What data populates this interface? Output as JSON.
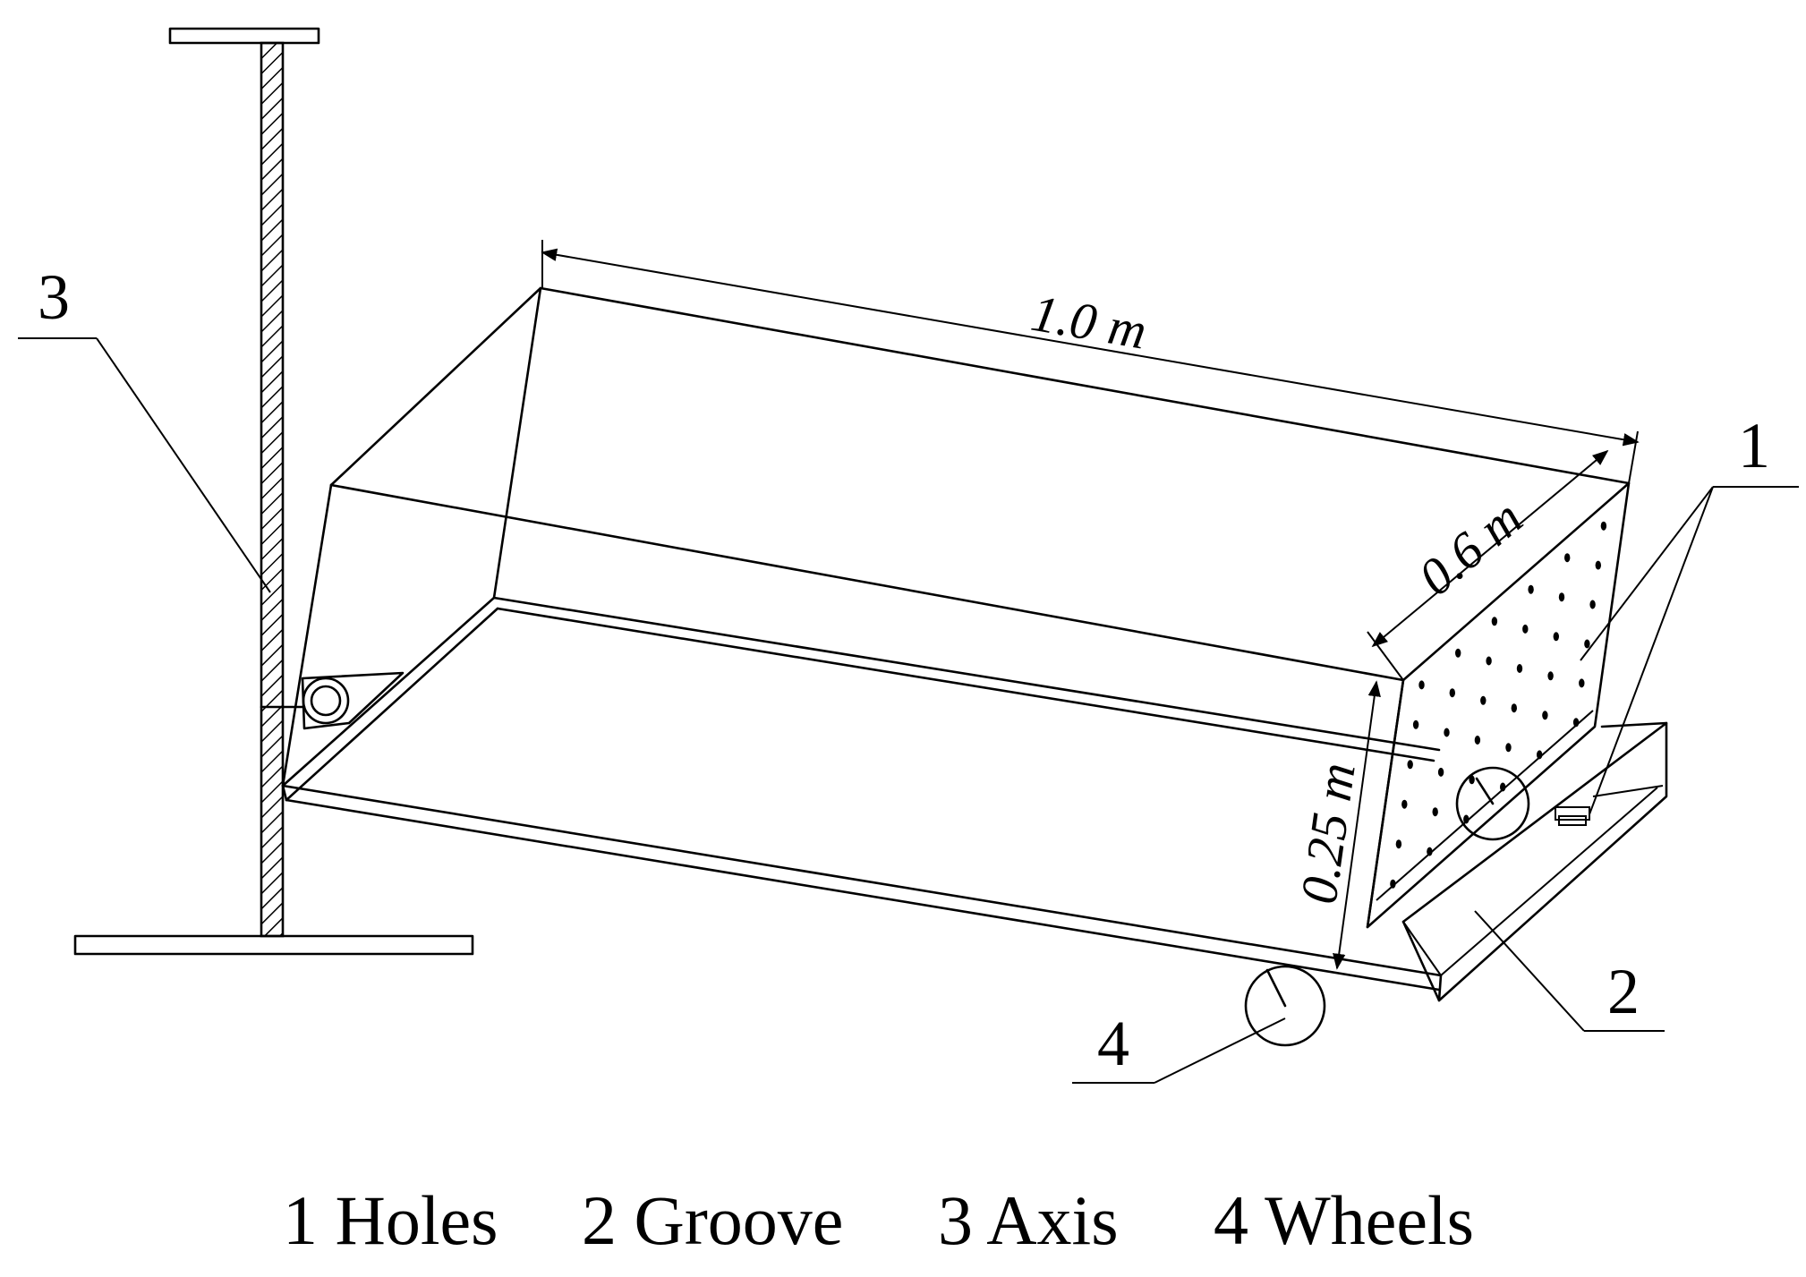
{
  "callouts": {
    "c1": "1",
    "c2": "2",
    "c3": "3",
    "c4": "4"
  },
  "dimensions": {
    "length": "1.0 m",
    "width": "0.6 m",
    "height": "0.25 m"
  },
  "legend": {
    "item1": "1 Holes",
    "item2": "2 Groove",
    "item3": "3 Axis",
    "item4": "4 Wheels"
  }
}
